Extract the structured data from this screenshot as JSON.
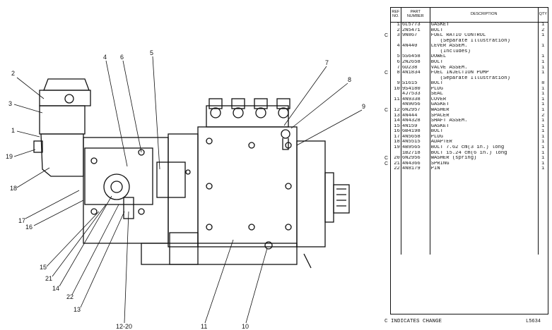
{
  "drawing": {
    "callouts": [
      "2",
      "3",
      "1",
      "19",
      "18",
      "17",
      "16",
      "15",
      "21",
      "14",
      "22",
      "13",
      "12-20",
      "11",
      "10",
      "9",
      "8",
      "7",
      "6",
      "4",
      "5"
    ]
  },
  "table": {
    "headers": {
      "ref": "REF NO.",
      "part": "PART NUMBER",
      "desc": "DESCRIPTION",
      "qty": "QTY"
    },
    "rows": [
      {
        "c": "",
        "ref": "1",
        "part": "6L5773",
        "desc": "GASKET",
        "qty": "1"
      },
      {
        "c": "",
        "ref": "2",
        "part": "2N5471",
        "desc": "BOLT",
        "qty": "2"
      },
      {
        "c": "C",
        "ref": "3",
        "part": "9N867",
        "desc": "FUEL RATIO CONTROL",
        "qty": "1"
      },
      {
        "c": "",
        "ref": "",
        "part": "",
        "desc": "(Separate Illustration)",
        "qty": ""
      },
      {
        "c": "",
        "ref": "4",
        "part": "4N440",
        "desc": "LEVER ASSEM.",
        "qty": "1"
      },
      {
        "c": "",
        "ref": "",
        "part": "",
        "desc": "(Includes)",
        "qty": ""
      },
      {
        "c": "",
        "ref": "5",
        "part": "5S6458",
        "desc": "DOWEL",
        "qty": "1"
      },
      {
        "c": "",
        "ref": "6",
        "part": "2N2658",
        "desc": "BOLT",
        "qty": "1"
      },
      {
        "c": "",
        "ref": "7",
        "part": "6D238",
        "desc": "VALVE ASSEM.",
        "qty": "1"
      },
      {
        "c": "C",
        "ref": "8",
        "part": "4N1834",
        "desc": "FUEL INJECTION PUMP",
        "qty": "1"
      },
      {
        "c": "",
        "ref": "",
        "part": "",
        "desc": "(Separate Illustration)",
        "qty": ""
      },
      {
        "c": "",
        "ref": "9",
        "part": "S1615",
        "desc": "BOLT",
        "qty": "8"
      },
      {
        "c": "",
        "ref": "10",
        "part": "9S4180",
        "desc": "PLUG",
        "qty": "1"
      },
      {
        "c": "",
        "ref": "",
        "part": "4J7533",
        "desc": "SEAL",
        "qty": "1"
      },
      {
        "c": "",
        "ref": "11",
        "part": "4N9338",
        "desc": "COVER",
        "qty": "1"
      },
      {
        "c": "",
        "ref": "",
        "part": "4N9056",
        "desc": "GASKET",
        "qty": "1"
      },
      {
        "c": "C",
        "ref": "12",
        "part": "6N2957",
        "desc": "WASHER",
        "qty": "1"
      },
      {
        "c": "",
        "ref": "13",
        "part": "4N444",
        "desc": "SPACER",
        "qty": "2"
      },
      {
        "c": "",
        "ref": "14",
        "part": "4N4328",
        "desc": "SHAFT ASSEM.",
        "qty": "1"
      },
      {
        "c": "",
        "ref": "15",
        "part": "4N159",
        "desc": "GASKET",
        "qty": "1"
      },
      {
        "c": "",
        "ref": "16",
        "part": "6B4198",
        "desc": "BOLT",
        "qty": "1"
      },
      {
        "c": "",
        "ref": "17",
        "part": "4N5658",
        "desc": "PLUG",
        "qty": "1"
      },
      {
        "c": "",
        "ref": "18",
        "part": "4N5515",
        "desc": "ADAPTER",
        "qty": "1"
      },
      {
        "c": "",
        "ref": "19",
        "part": "4B9565",
        "desc": "BOLT 7.62 cm(3 in.) long",
        "qty": "1"
      },
      {
        "c": "",
        "ref": "",
        "part": "1B2718",
        "desc": "BOLT 15.24 cm(6 in.) long",
        "qty": "1"
      },
      {
        "c": "C",
        "ref": "20",
        "part": "6N2956",
        "desc": "WASHER (spring)",
        "qty": "1"
      },
      {
        "c": "C",
        "ref": "21",
        "part": "4N4366",
        "desc": "SPRING",
        "qty": "1"
      },
      {
        "c": "",
        "ref": "22",
        "part": "4N8179",
        "desc": "PIN",
        "qty": "1"
      }
    ]
  },
  "footer": {
    "legend": "C INDICATES CHANGE",
    "figure_id": "L5634"
  }
}
